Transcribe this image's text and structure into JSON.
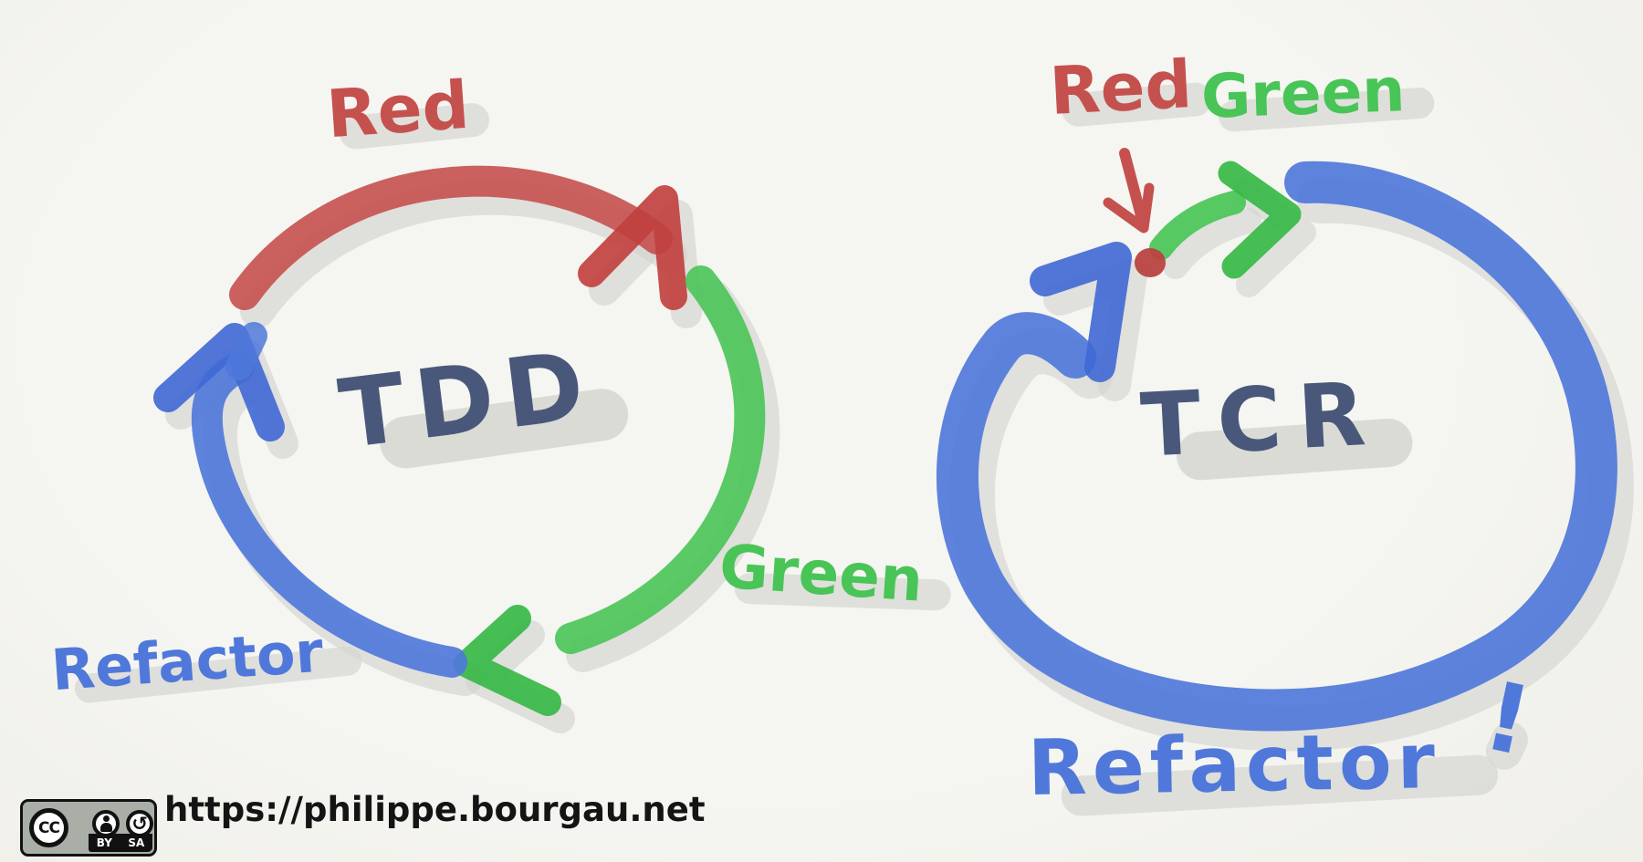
{
  "palette": {
    "red": "#c5514f",
    "green": "#49c457",
    "blue": "#4f78da",
    "ink": "#49587a",
    "shadow_gray": "#d2d2ce",
    "paper": "#f2f1ec"
  },
  "tdd_diagram": {
    "title": "TDD",
    "red_label": "Red",
    "green_label": "Green",
    "refactor_label": "Refactor"
  },
  "tcr_diagram": {
    "title": "TCR",
    "red_label": "Red",
    "green_label": "Green",
    "refactor_label": "Refactor",
    "exclamation": "!"
  },
  "footer": {
    "url": "https://philippe.bourgau.net",
    "license_cc": "CC",
    "license_by": "BY",
    "license_sa": "SA",
    "sa_arrow_icon": "↺"
  }
}
